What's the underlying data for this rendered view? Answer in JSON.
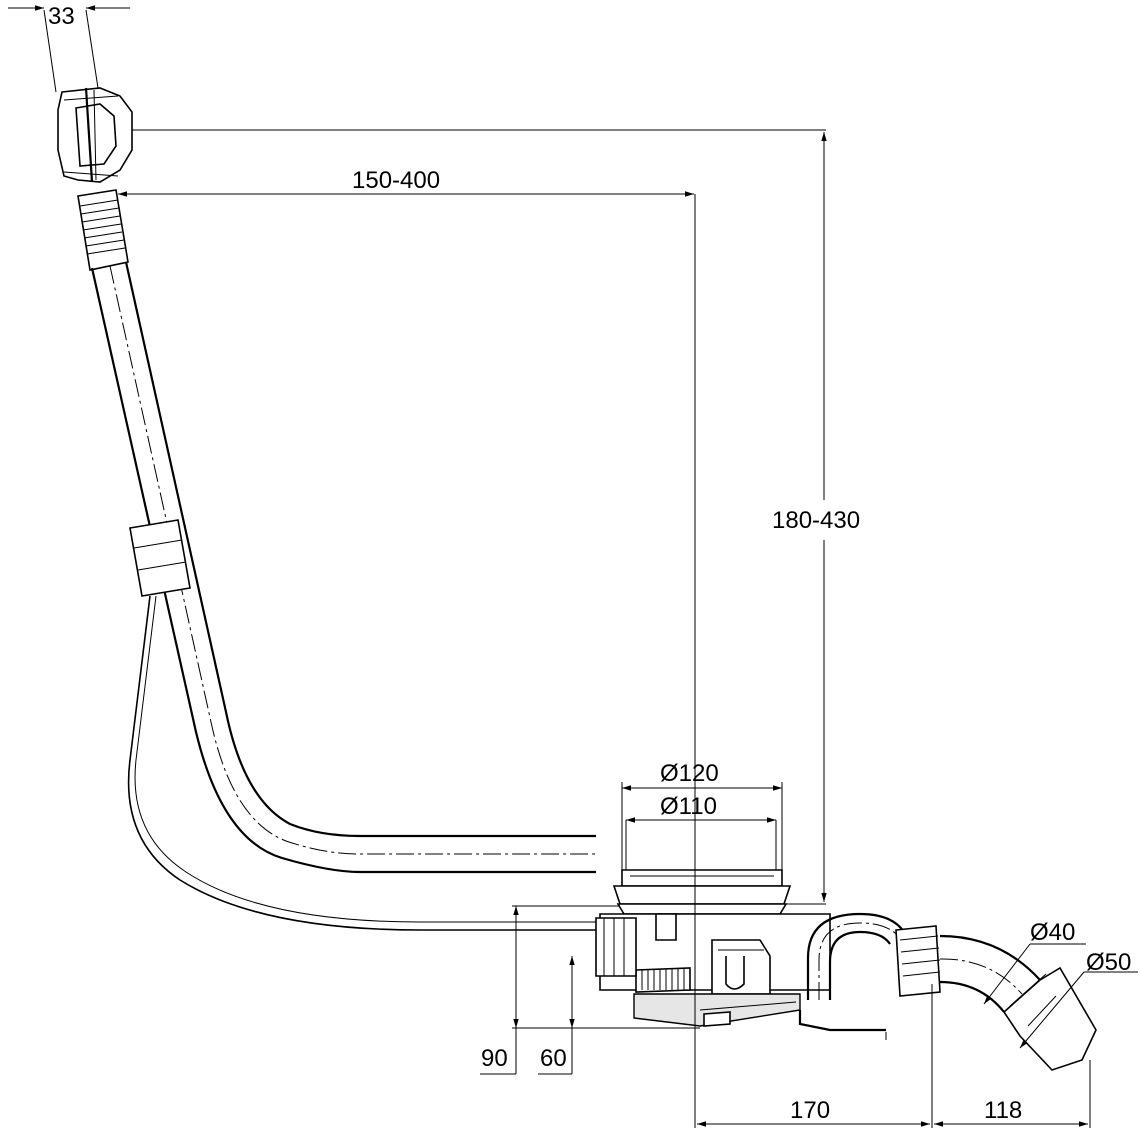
{
  "dimensions": {
    "overflow_width": "33",
    "horizontal_reach": "150-400",
    "vertical_height": "180-430",
    "drain_outer_diameter": "Ø120",
    "drain_inner_diameter": "Ø110",
    "outlet_diameter_small": "Ø40",
    "outlet_diameter_large": "Ø50",
    "height_total": "90",
    "height_inlet": "60",
    "length_to_outlet": "170",
    "outlet_length": "118"
  },
  "colors": {
    "line": "#000000",
    "background": "#ffffff"
  }
}
